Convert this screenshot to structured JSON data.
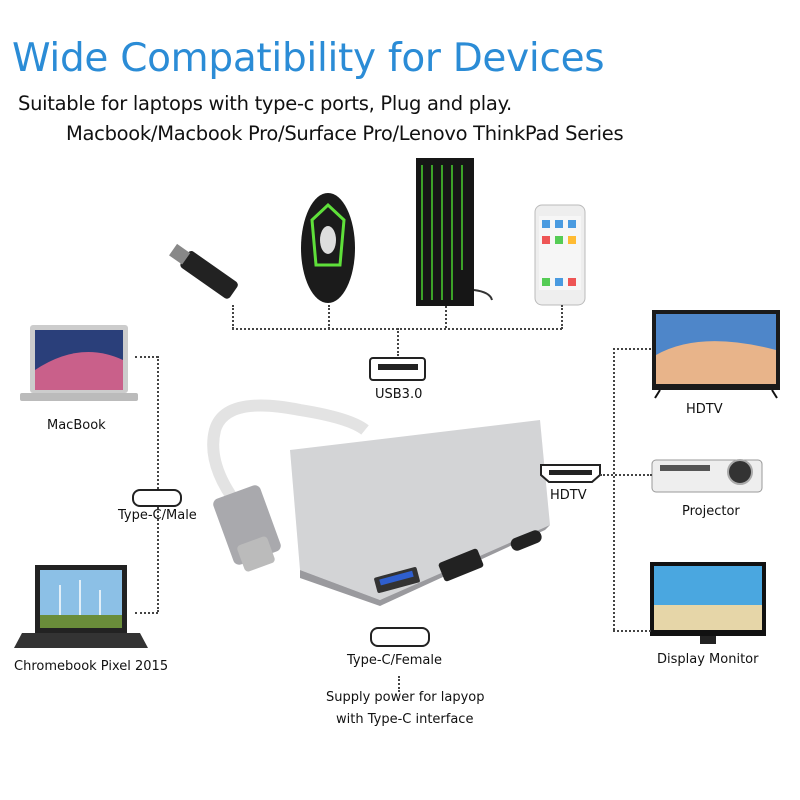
{
  "header": {
    "title": "Wide Compatibility for Devices",
    "subtitle_line1": "Suitable for laptops with type-c ports, Plug and play.",
    "subtitle_line2": "Macbook/Macbook Pro/Surface Pro/Lenovo ThinkPad Series"
  },
  "labels": {
    "usb": "USB3.0",
    "macbook": "MacBook",
    "type_c_male": "Type-C/Male",
    "chromebook": "Chromebook Pixel 2015",
    "hdtv_device": "HDTV",
    "hdtv_port": "HDTV",
    "projector": "Projector",
    "monitor": "Display Monitor",
    "type_c_female": "Type-C/Female",
    "supply_line1": "Supply power for lapyop",
    "supply_line2": "with Type-C interface"
  },
  "colors": {
    "title": "#2b8cd6",
    "adapter": "#c9cacc"
  }
}
